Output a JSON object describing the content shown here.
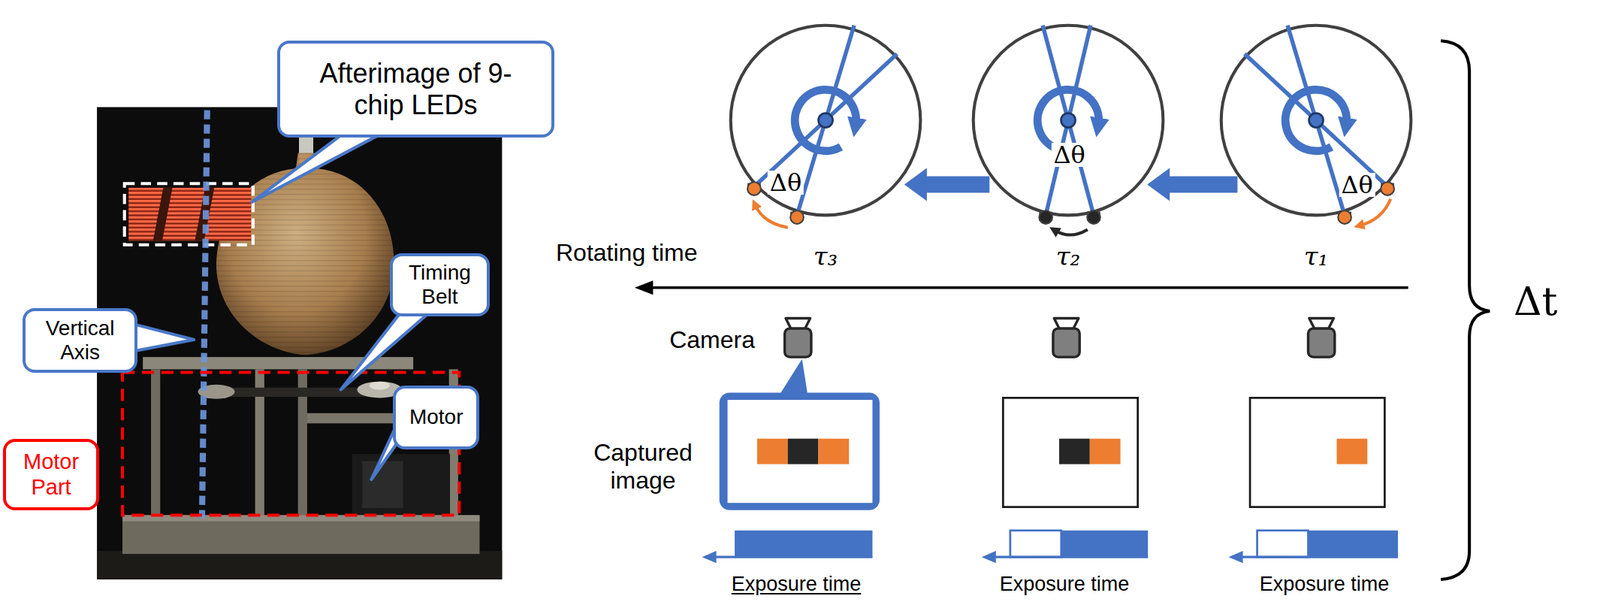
{
  "diagram": {
    "nodes": [
      {
        "text": [
          "Afterimage of 9-chip LEDs"
        ]
      },
      {
        "text": [
          "Vertical Axis"
        ]
      },
      {
        "text": [
          "Timing Belt"
        ]
      },
      {
        "text": [
          "Motor Part"
        ]
      },
      {
        "text": [
          "Motor"
        ]
      },
      {
        "text": [
          "Δθ"
        ]
      },
      {
        "text": [
          "Δθ"
        ]
      },
      {
        "text": [
          "Δθ"
        ]
      }
    ],
    "edges": [
      {
        "from": 7,
        "to": 6,
        "arrow": "to"
      },
      {
        "from": 6,
        "to": 5,
        "arrow": "to"
      }
    ],
    "labels": [
      "τ₃",
      "τ₂",
      "τ₁",
      "Rotating time",
      "Camera",
      "Captured image",
      "Exposure time",
      "Exposure time",
      "Exposure time",
      "Δt"
    ]
  }
}
